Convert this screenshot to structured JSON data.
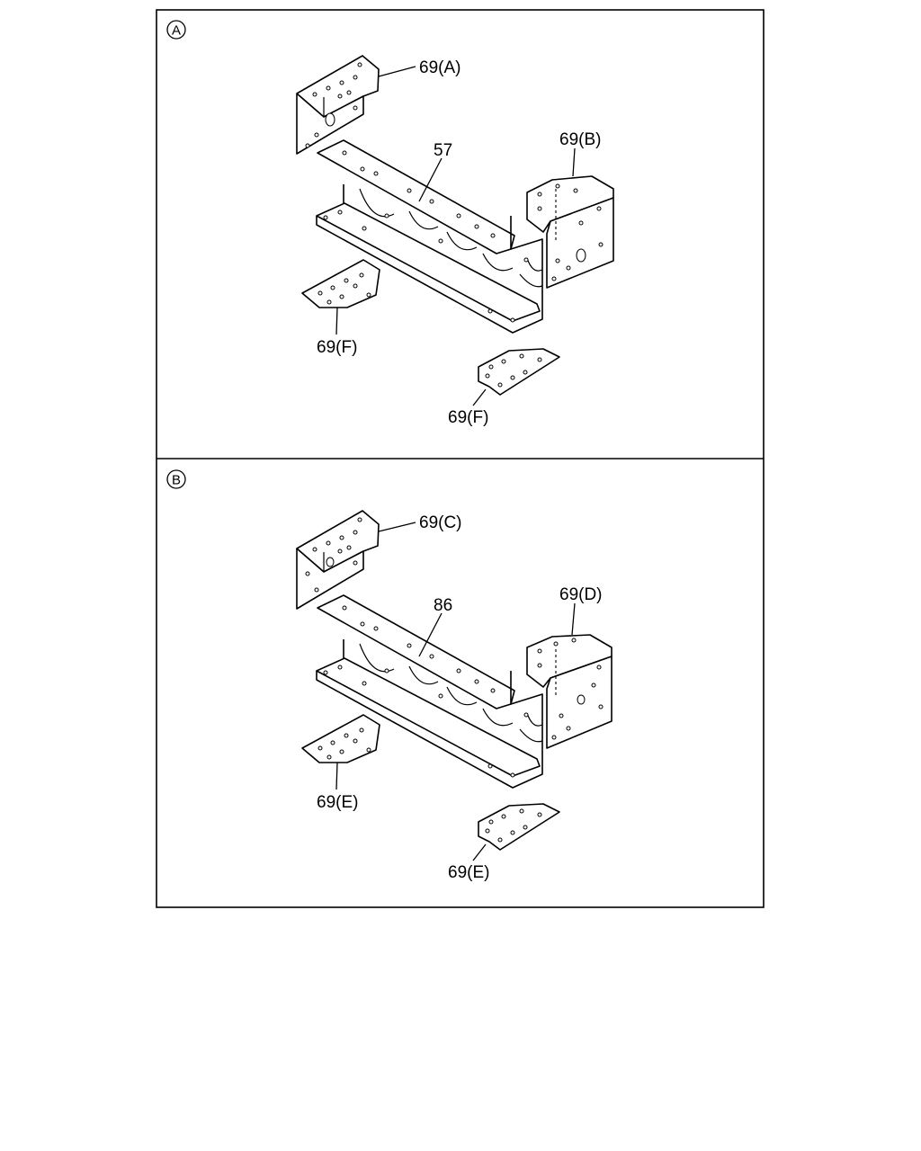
{
  "panels": [
    {
      "marker": "A",
      "main_part": "57",
      "labels": {
        "top_bracket": "69(A)",
        "right_block": "69(B)",
        "left_plate": "69(F)",
        "bottom_plate": "69(F)"
      }
    },
    {
      "marker": "B",
      "main_part": "86",
      "labels": {
        "top_bracket": "69(C)",
        "right_block": "69(D)",
        "left_plate": "69(E)",
        "bottom_plate": "69(E)"
      }
    }
  ]
}
